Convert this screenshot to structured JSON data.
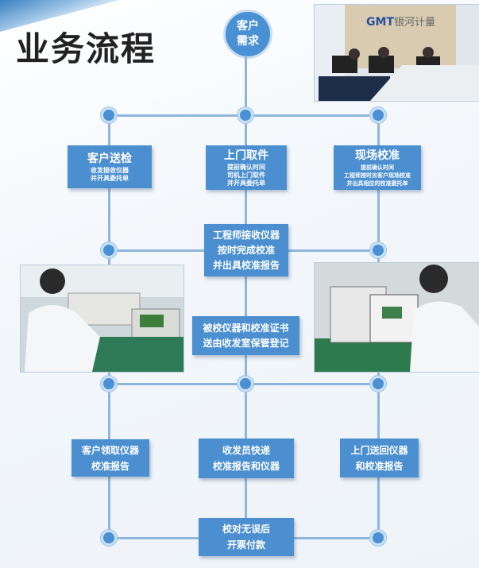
{
  "title": "业务流程",
  "start": [
    "客户",
    "需求"
  ],
  "row1": [
    {
      "title": "客户送检",
      "sub": [
        "收发接收仪器",
        "并开具委托单"
      ]
    },
    {
      "title": "上门取件",
      "sub": [
        "提前确认时间",
        "司机上门取件",
        "并开具委托单"
      ]
    },
    {
      "title": "现场校准",
      "sub": [
        "提前确认时间",
        "工程师按时去客户现场校准",
        "并出具相应的校准委托单"
      ]
    }
  ],
  "engineer": [
    "工程师接收仪器",
    "按时完成校准",
    "并出具校准报告"
  ],
  "storage": [
    "被校仪器和校准证书",
    "送由收发室保管登记"
  ],
  "row3": [
    [
      "客户领取仪器",
      "校准报告"
    ],
    [
      "收发员快递",
      "校准报告和仪器"
    ],
    [
      "上门送回仪器",
      "和校准报告"
    ]
  ],
  "payment": [
    "校对无误后",
    "开票付款"
  ],
  "photo_logo": {
    "mark": "GMT",
    "name": "银河计量"
  },
  "colors": {
    "box": "#4b8fd0",
    "line": "#8fb6dc"
  }
}
